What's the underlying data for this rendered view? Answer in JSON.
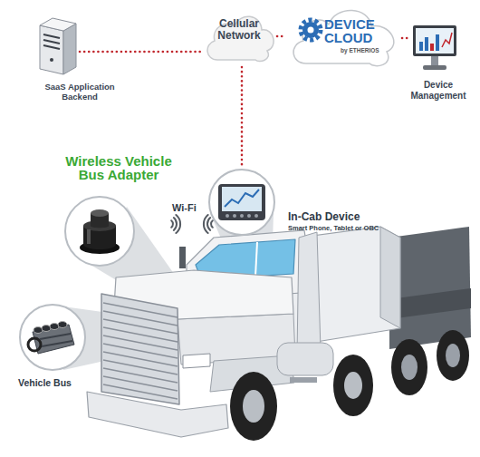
{
  "diagram": {
    "nodes": [
      {
        "text": [
          "SaaS Application Backend"
        ]
      },
      {
        "text": [
          "Cellular Network"
        ]
      },
      {
        "text": [
          "DEVICE CLOUD",
          "by ETHERIOS"
        ]
      },
      {
        "text": [
          "Device Management"
        ]
      },
      {
        "text": [
          "Wireless Vehicle Bus Adapter"
        ]
      },
      {
        "text": [
          "In-Cab Device",
          "Smart Phone, Tablet or OBC"
        ]
      },
      {
        "text": [
          "Vehicle Bus"
        ]
      }
    ],
    "edges": [
      {
        "from": 0,
        "to": 1,
        "arrow": "none"
      },
      {
        "from": 1,
        "to": 2,
        "arrow": "none"
      },
      {
        "from": 2,
        "to": 3,
        "arrow": "none"
      },
      {
        "from": 1,
        "to": 5,
        "arrow": "none"
      }
    ],
    "labels": [
      "Wi-Fi"
    ]
  }
}
